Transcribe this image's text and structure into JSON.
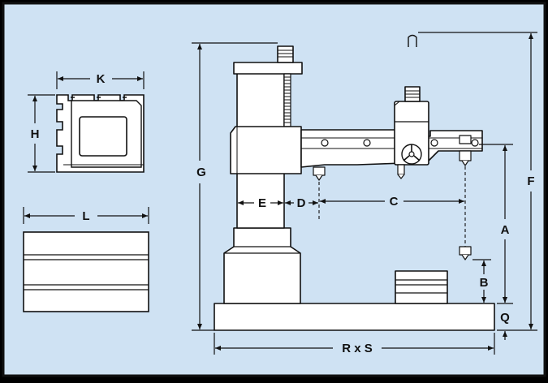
{
  "colors": {
    "background": "#cfe2f3",
    "frame": "#111111",
    "machine_fill": "#ffffff",
    "part_shade": "#eeeeee"
  },
  "labels": {
    "K": "K",
    "H": "H",
    "L": "L",
    "G": "G",
    "E": "E",
    "D": "D",
    "C": "C",
    "F": "F",
    "A": "A",
    "B": "B",
    "Q": "Q",
    "RxS": "R x S"
  }
}
